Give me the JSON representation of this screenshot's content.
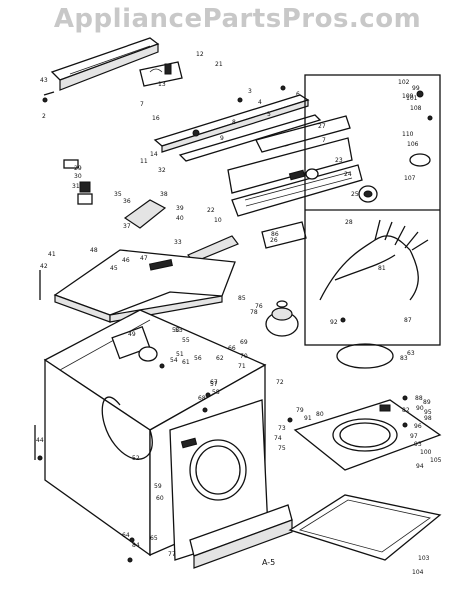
{
  "watermark": "AppliancePartsPros.com",
  "figure_label": "A-5",
  "callouts": [
    {
      "id": "c1",
      "text": "12"
    },
    {
      "id": "c2",
      "text": "13"
    },
    {
      "id": "c3",
      "text": "21"
    },
    {
      "id": "c4",
      "text": "43"
    },
    {
      "id": "c5",
      "text": "2"
    },
    {
      "id": "c6",
      "text": "7"
    },
    {
      "id": "c7",
      "text": "16"
    },
    {
      "id": "c8",
      "text": "3"
    },
    {
      "id": "c9",
      "text": "4"
    },
    {
      "id": "c10",
      "text": "5"
    },
    {
      "id": "c11",
      "text": "6"
    },
    {
      "id": "c12",
      "text": "27"
    },
    {
      "id": "c13",
      "text": "7"
    },
    {
      "id": "c14",
      "text": "8"
    },
    {
      "id": "c15",
      "text": "9"
    },
    {
      "id": "c16",
      "text": "14"
    },
    {
      "id": "c17",
      "text": "22"
    },
    {
      "id": "c18",
      "text": "32"
    },
    {
      "id": "c19",
      "text": "23"
    },
    {
      "id": "c20",
      "text": "24"
    },
    {
      "id": "c21",
      "text": "25"
    },
    {
      "id": "c22",
      "text": "28"
    },
    {
      "id": "c23",
      "text": "26"
    },
    {
      "id": "c24",
      "text": "10"
    },
    {
      "id": "c25",
      "text": "11"
    },
    {
      "id": "c26",
      "text": "29"
    },
    {
      "id": "c27",
      "text": "30"
    },
    {
      "id": "c28",
      "text": "31"
    },
    {
      "id": "c29",
      "text": "35"
    },
    {
      "id": "c30",
      "text": "36"
    },
    {
      "id": "c31",
      "text": "37"
    },
    {
      "id": "c32",
      "text": "38"
    },
    {
      "id": "c33",
      "text": "33"
    },
    {
      "id": "c34",
      "text": "39"
    },
    {
      "id": "c35",
      "text": "40"
    },
    {
      "id": "c36",
      "text": "41"
    },
    {
      "id": "c37",
      "text": "42"
    },
    {
      "id": "c38",
      "text": "44"
    },
    {
      "id": "c39",
      "text": "45"
    },
    {
      "id": "c40",
      "text": "46"
    },
    {
      "id": "c41",
      "text": "47"
    },
    {
      "id": "c42",
      "text": "48"
    },
    {
      "id": "c43",
      "text": "49"
    },
    {
      "id": "c44",
      "text": "50"
    },
    {
      "id": "c45",
      "text": "51"
    },
    {
      "id": "c46",
      "text": "52"
    },
    {
      "id": "c47",
      "text": "53"
    },
    {
      "id": "c48",
      "text": "54"
    },
    {
      "id": "c49",
      "text": "55"
    },
    {
      "id": "c50",
      "text": "56"
    },
    {
      "id": "c51",
      "text": "57"
    },
    {
      "id": "c52",
      "text": "58"
    },
    {
      "id": "c53",
      "text": "59"
    },
    {
      "id": "c54",
      "text": "60"
    },
    {
      "id": "c55",
      "text": "61"
    },
    {
      "id": "c56",
      "text": "62"
    },
    {
      "id": "c57",
      "text": "63"
    },
    {
      "id": "c58",
      "text": "64"
    },
    {
      "id": "c59",
      "text": "65"
    },
    {
      "id": "c60",
      "text": "66"
    },
    {
      "id": "c61",
      "text": "67"
    },
    {
      "id": "c62",
      "text": "68"
    },
    {
      "id": "c63",
      "text": "69"
    },
    {
      "id": "c64",
      "text": "70"
    },
    {
      "id": "c65",
      "text": "71"
    },
    {
      "id": "c66",
      "text": "72"
    },
    {
      "id": "c67",
      "text": "73"
    },
    {
      "id": "c68",
      "text": "74"
    },
    {
      "id": "c69",
      "text": "75"
    },
    {
      "id": "c70",
      "text": "76"
    },
    {
      "id": "c71",
      "text": "77"
    },
    {
      "id": "c72",
      "text": "78"
    },
    {
      "id": "c73",
      "text": "79"
    },
    {
      "id": "c74",
      "text": "80"
    },
    {
      "id": "c75",
      "text": "81"
    },
    {
      "id": "c76",
      "text": "82"
    },
    {
      "id": "c77",
      "text": "83"
    },
    {
      "id": "c78",
      "text": "84"
    },
    {
      "id": "c79",
      "text": "85"
    },
    {
      "id": "c80",
      "text": "86"
    },
    {
      "id": "c81",
      "text": "87"
    },
    {
      "id": "c82",
      "text": "88"
    },
    {
      "id": "c83",
      "text": "89"
    },
    {
      "id": "c84",
      "text": "90"
    },
    {
      "id": "c85",
      "text": "91"
    },
    {
      "id": "c86",
      "text": "92"
    },
    {
      "id": "c87",
      "text": "93"
    },
    {
      "id": "c88",
      "text": "94"
    },
    {
      "id": "c89",
      "text": "95"
    },
    {
      "id": "c90",
      "text": "96"
    },
    {
      "id": "c91",
      "text": "97"
    },
    {
      "id": "c92",
      "text": "98"
    },
    {
      "id": "c93",
      "text": "99"
    },
    {
      "id": "c94",
      "text": "100"
    },
    {
      "id": "c95",
      "text": "101"
    },
    {
      "id": "c96",
      "text": "102"
    },
    {
      "id": "c97",
      "text": "103"
    },
    {
      "id": "c98",
      "text": "104"
    },
    {
      "id": "c99",
      "text": "105"
    },
    {
      "id": "c100",
      "text": "106"
    },
    {
      "id": "c101",
      "text": "107"
    },
    {
      "id": "c102",
      "text": "108"
    },
    {
      "id": "c103",
      "text": "109"
    },
    {
      "id": "c104",
      "text": "110"
    }
  ]
}
